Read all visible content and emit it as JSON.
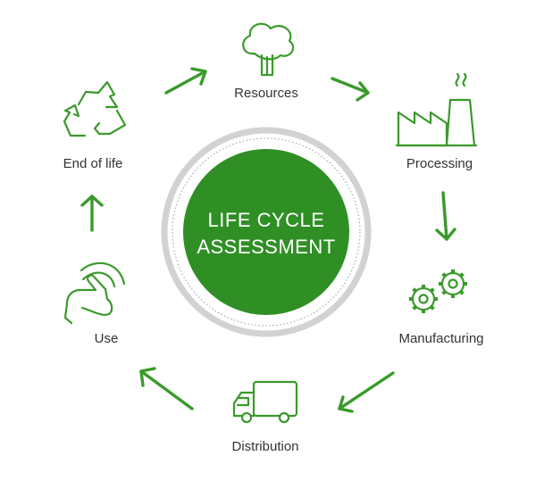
{
  "colors": {
    "accent": "#3a9a2b",
    "center_fill": "#2f8f25",
    "ring": "#d2d2d2",
    "text": "#333333"
  },
  "center": {
    "line1": "LIFE  CYCLE",
    "line2": "ASSESSMENT"
  },
  "stages": [
    {
      "label": "Resources",
      "icon": "tree-icon"
    },
    {
      "label": "Processing",
      "icon": "factory-icon"
    },
    {
      "label": "Manufacturing",
      "icon": "gears-icon"
    },
    {
      "label": "Distribution",
      "icon": "truck-icon"
    },
    {
      "label": "Use",
      "icon": "hand-touch-icon"
    },
    {
      "label": "End of life",
      "icon": "recycle-icon"
    }
  ]
}
